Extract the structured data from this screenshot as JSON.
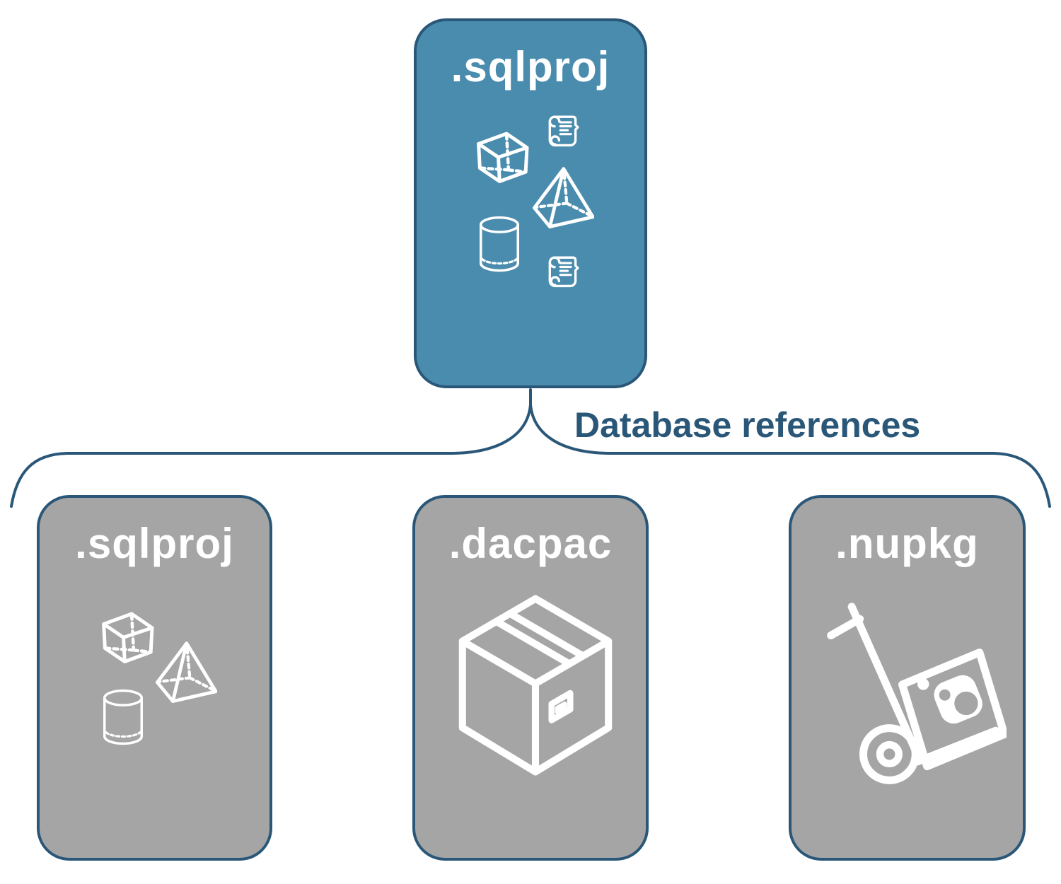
{
  "colors": {
    "background": "#FFFFFF",
    "stroke": "#2A5778",
    "root_fill": "#4A8CAD",
    "child_fill": "#A5A5A5",
    "card_label": "#FFFFFF",
    "connector_label_color": "#2A5778",
    "icon": "#FFFFFF"
  },
  "root_card": {
    "label": ".sqlproj",
    "icons": [
      "cube-icon",
      "scroll-icon",
      "pyramid-icon",
      "cylinder-icon",
      "scroll-icon"
    ]
  },
  "connector": {
    "label": "Database references"
  },
  "child_cards": [
    {
      "label": ".sqlproj",
      "icons": [
        "cube-icon",
        "pyramid-icon",
        "cylinder-icon"
      ]
    },
    {
      "label": ".dacpac",
      "icons": [
        "package-box-icon"
      ]
    },
    {
      "label": ".nupkg",
      "icons": [
        "hand-truck-package-icon"
      ]
    }
  ]
}
